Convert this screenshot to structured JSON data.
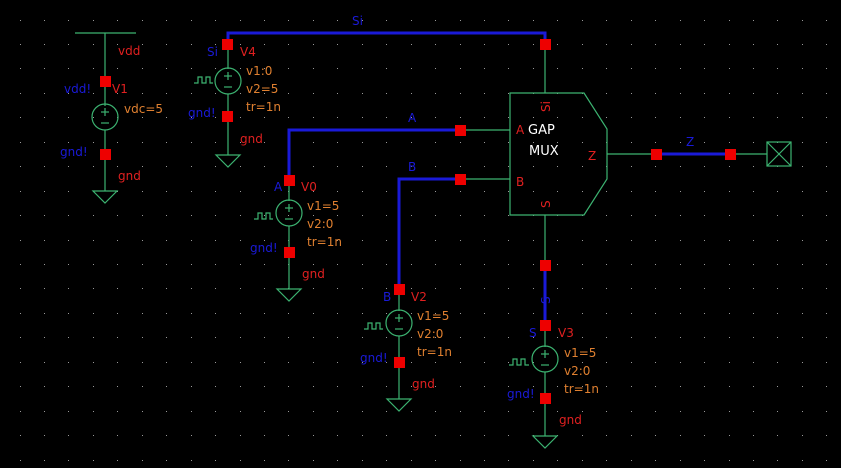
{
  "schematic": {
    "background": "#000000",
    "colors": {
      "wire": "#3cb371",
      "net_wire": "#1a1ad8",
      "pin": "#ee0000",
      "net_label": "#1a1ad8",
      "instance_label": "#e02020",
      "parameter_label": "#e08030",
      "cell_label": "#ffffff"
    },
    "nets": {
      "si": "Si",
      "a": "A",
      "b": "B",
      "s": "S",
      "z": "Z"
    },
    "mux": {
      "name_line1": "GAP",
      "name_line2": "MUX",
      "pin_a": "A",
      "pin_b": "B",
      "pin_z": "Z",
      "pin_si": "Si",
      "pin_s": "S"
    },
    "sources": [
      {
        "id": "V1",
        "type": "dc",
        "top_net": "vdd!",
        "top_pin": "vdd",
        "bottom_net": "gnd!",
        "bottom_pin": "gnd",
        "params": [
          "vdc=5"
        ]
      },
      {
        "id": "V4",
        "type": "pulse",
        "top_net": "Si",
        "bottom_net": "gnd!",
        "bottom_pin": "gnd",
        "params": [
          "v1:0",
          "v2=5",
          "tr=1n"
        ]
      },
      {
        "id": "V0",
        "type": "pulse",
        "top_net": "A",
        "bottom_net": "gnd!",
        "bottom_pin": "gnd",
        "params": [
          "v1=5",
          "v2:0",
          "tr=1n"
        ]
      },
      {
        "id": "V2",
        "type": "pulse",
        "top_net": "B",
        "bottom_net": "gnd!",
        "bottom_pin": "gnd",
        "params": [
          "v1=5",
          "v2:0",
          "tr=1n"
        ]
      },
      {
        "id": "V3",
        "type": "pulse",
        "top_net": "S",
        "bottom_net": "gnd!",
        "bottom_pin": "gnd",
        "params": [
          "v1=5",
          "v2:0",
          "tr=1n"
        ]
      }
    ]
  }
}
